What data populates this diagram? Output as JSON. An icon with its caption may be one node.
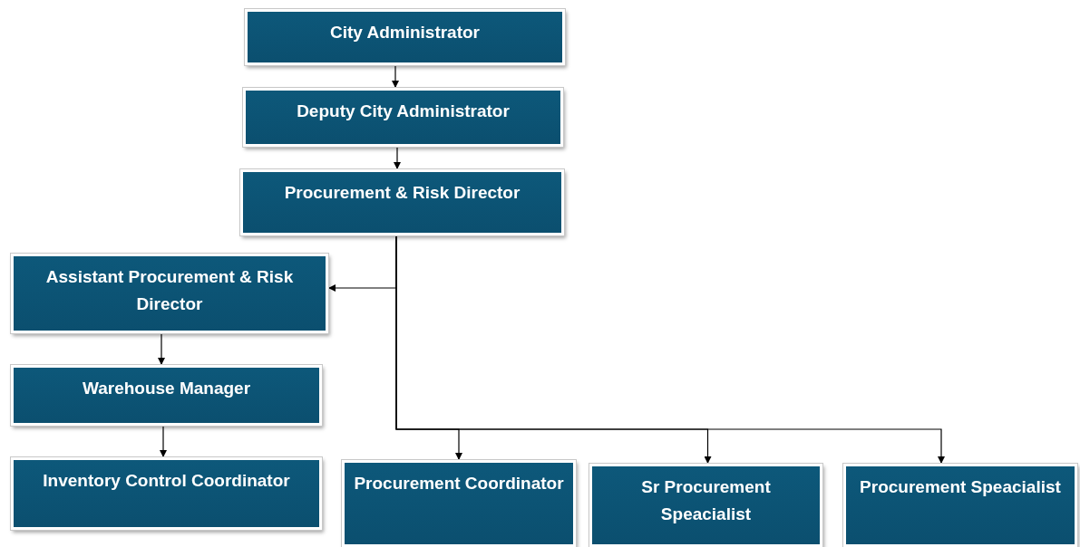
{
  "diagram": {
    "nodes": [
      {
        "text": [
          "City Administrator"
        ]
      },
      {
        "text": [
          "Deputy City Administrator"
        ]
      },
      {
        "text": [
          "Procurement & Risk Director"
        ]
      },
      {
        "text": [
          "Assistant Procurement & Risk Director"
        ]
      },
      {
        "text": [
          "Warehouse Manager"
        ]
      },
      {
        "text": [
          "Inventory Control Coordinator"
        ]
      },
      {
        "text": [
          "Procurement Coordinator"
        ]
      },
      {
        "text": [
          "Sr Procurement Speacialist"
        ]
      },
      {
        "text": [
          "Procurement Speacialist"
        ]
      }
    ],
    "edges": [
      {
        "from": 0,
        "to": 1,
        "arrow": "to"
      },
      {
        "from": 1,
        "to": 2,
        "arrow": "to"
      },
      {
        "from": 2,
        "to": 3,
        "arrow": "to"
      },
      {
        "from": 2,
        "to": 6,
        "arrow": "to"
      },
      {
        "from": 2,
        "to": 7,
        "arrow": "to"
      },
      {
        "from": 2,
        "to": 8,
        "arrow": "to"
      },
      {
        "from": 3,
        "to": 4,
        "arrow": "to"
      },
      {
        "from": 4,
        "to": 5,
        "arrow": "to"
      }
    ]
  }
}
